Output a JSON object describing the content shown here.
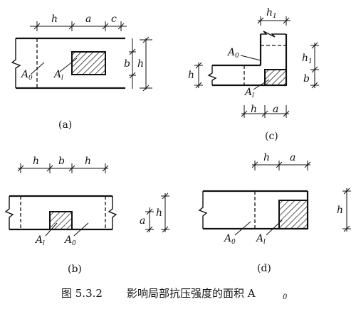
{
  "labels": {
    "h": "h",
    "a": "a",
    "b": "b",
    "c": "c",
    "h1_main": "h",
    "h1_sub": "1",
    "A0_main": "A",
    "A0_sub": "0",
    "Al_main": "A",
    "Al_sub": "l"
  },
  "captions": {
    "a": "(a)",
    "b": "(b)",
    "c": "(c)",
    "d": "(d)"
  },
  "figure_caption": {
    "number": "图 5.3.2",
    "text": "影响局部抗压强度的面积 A",
    "sub": "0"
  }
}
